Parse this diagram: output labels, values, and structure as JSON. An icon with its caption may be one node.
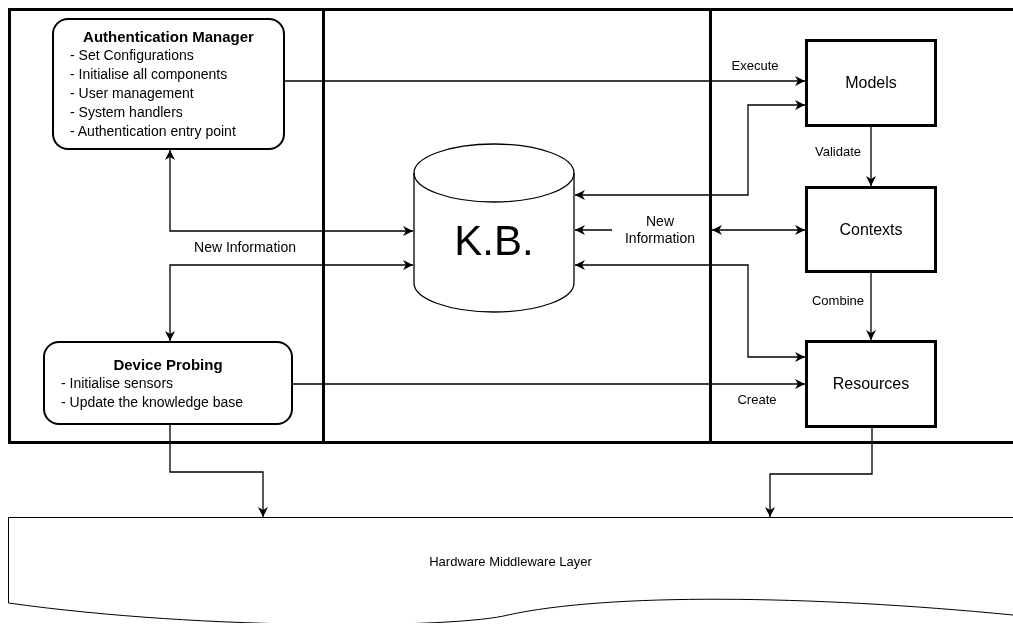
{
  "diagram": {
    "nodes": [
      {
        "text": [
          "Authentication Manager",
          "- Set Configurations",
          "- Initialise all components",
          "- User management",
          "- System handlers",
          "- Authentication entry point"
        ]
      },
      {
        "text": [
          "K.B."
        ]
      },
      {
        "text": [
          "Models"
        ]
      },
      {
        "text": [
          "Contexts"
        ]
      },
      {
        "text": [
          "Resources"
        ]
      },
      {
        "text": [
          "Device Probing",
          "- Initialise sensors",
          "- Update the knowledge base"
        ]
      },
      {
        "text": [
          "Hardware Middleware Layer"
        ]
      },
      {
        "text": [
          "New Information"
        ]
      }
    ],
    "edges": [
      {
        "from": 0,
        "to": 2,
        "arrow": "to",
        "label": "Execute"
      },
      {
        "from": 0,
        "to": 1,
        "arrow": "both"
      },
      {
        "from": 1,
        "to": 5,
        "arrow": "both"
      },
      {
        "from": 2,
        "to": 1,
        "arrow": "both"
      },
      {
        "from": 7,
        "to": 1,
        "arrow": "to"
      },
      {
        "from": 7,
        "to": 3,
        "arrow": "both"
      },
      {
        "from": 1,
        "to": 4,
        "arrow": "both"
      },
      {
        "from": 2,
        "to": 3,
        "arrow": "to",
        "label": "Validate"
      },
      {
        "from": 3,
        "to": 4,
        "arrow": "to",
        "label": "Combine"
      },
      {
        "from": 5,
        "to": 4,
        "arrow": "to",
        "label": "Create"
      },
      {
        "from": 5,
        "to": 6,
        "arrow": "to"
      },
      {
        "from": 4,
        "to": 6,
        "arrow": "to"
      }
    ],
    "labels": [
      "New Information"
    ]
  }
}
